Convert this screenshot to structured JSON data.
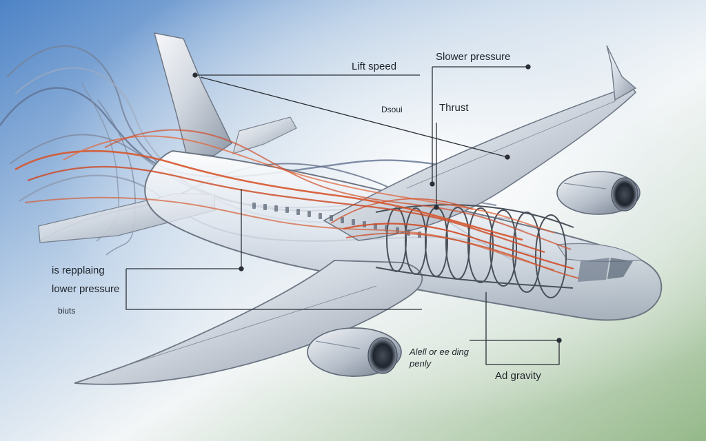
{
  "diagram": {
    "labels": {
      "lift_speed": "Lift speed",
      "slower_pressure": "Slower pressure",
      "dsoui": "Dsoui",
      "thrust": "Thrust",
      "is_repplaing": "is repplaing",
      "lower_pressure": "lower pressure",
      "biuts": "biuts",
      "aleli_line1": "Alell or ee ding",
      "aleli_line2": "penly",
      "ad_gravity": "Ad gravity"
    },
    "colors": {
      "background_blue": "#4d83c6",
      "background_green": "#95b98a",
      "airplane_silver": "#d9dde3",
      "airflow_red": "#d7572d",
      "airflow_blue": "#6f7e9a",
      "leader_line": "#2b2f35"
    },
    "icons": [
      "airplane-illustration",
      "jet-engine-icon",
      "airflow-streams-icon",
      "internal-cylinder-icon"
    ]
  }
}
